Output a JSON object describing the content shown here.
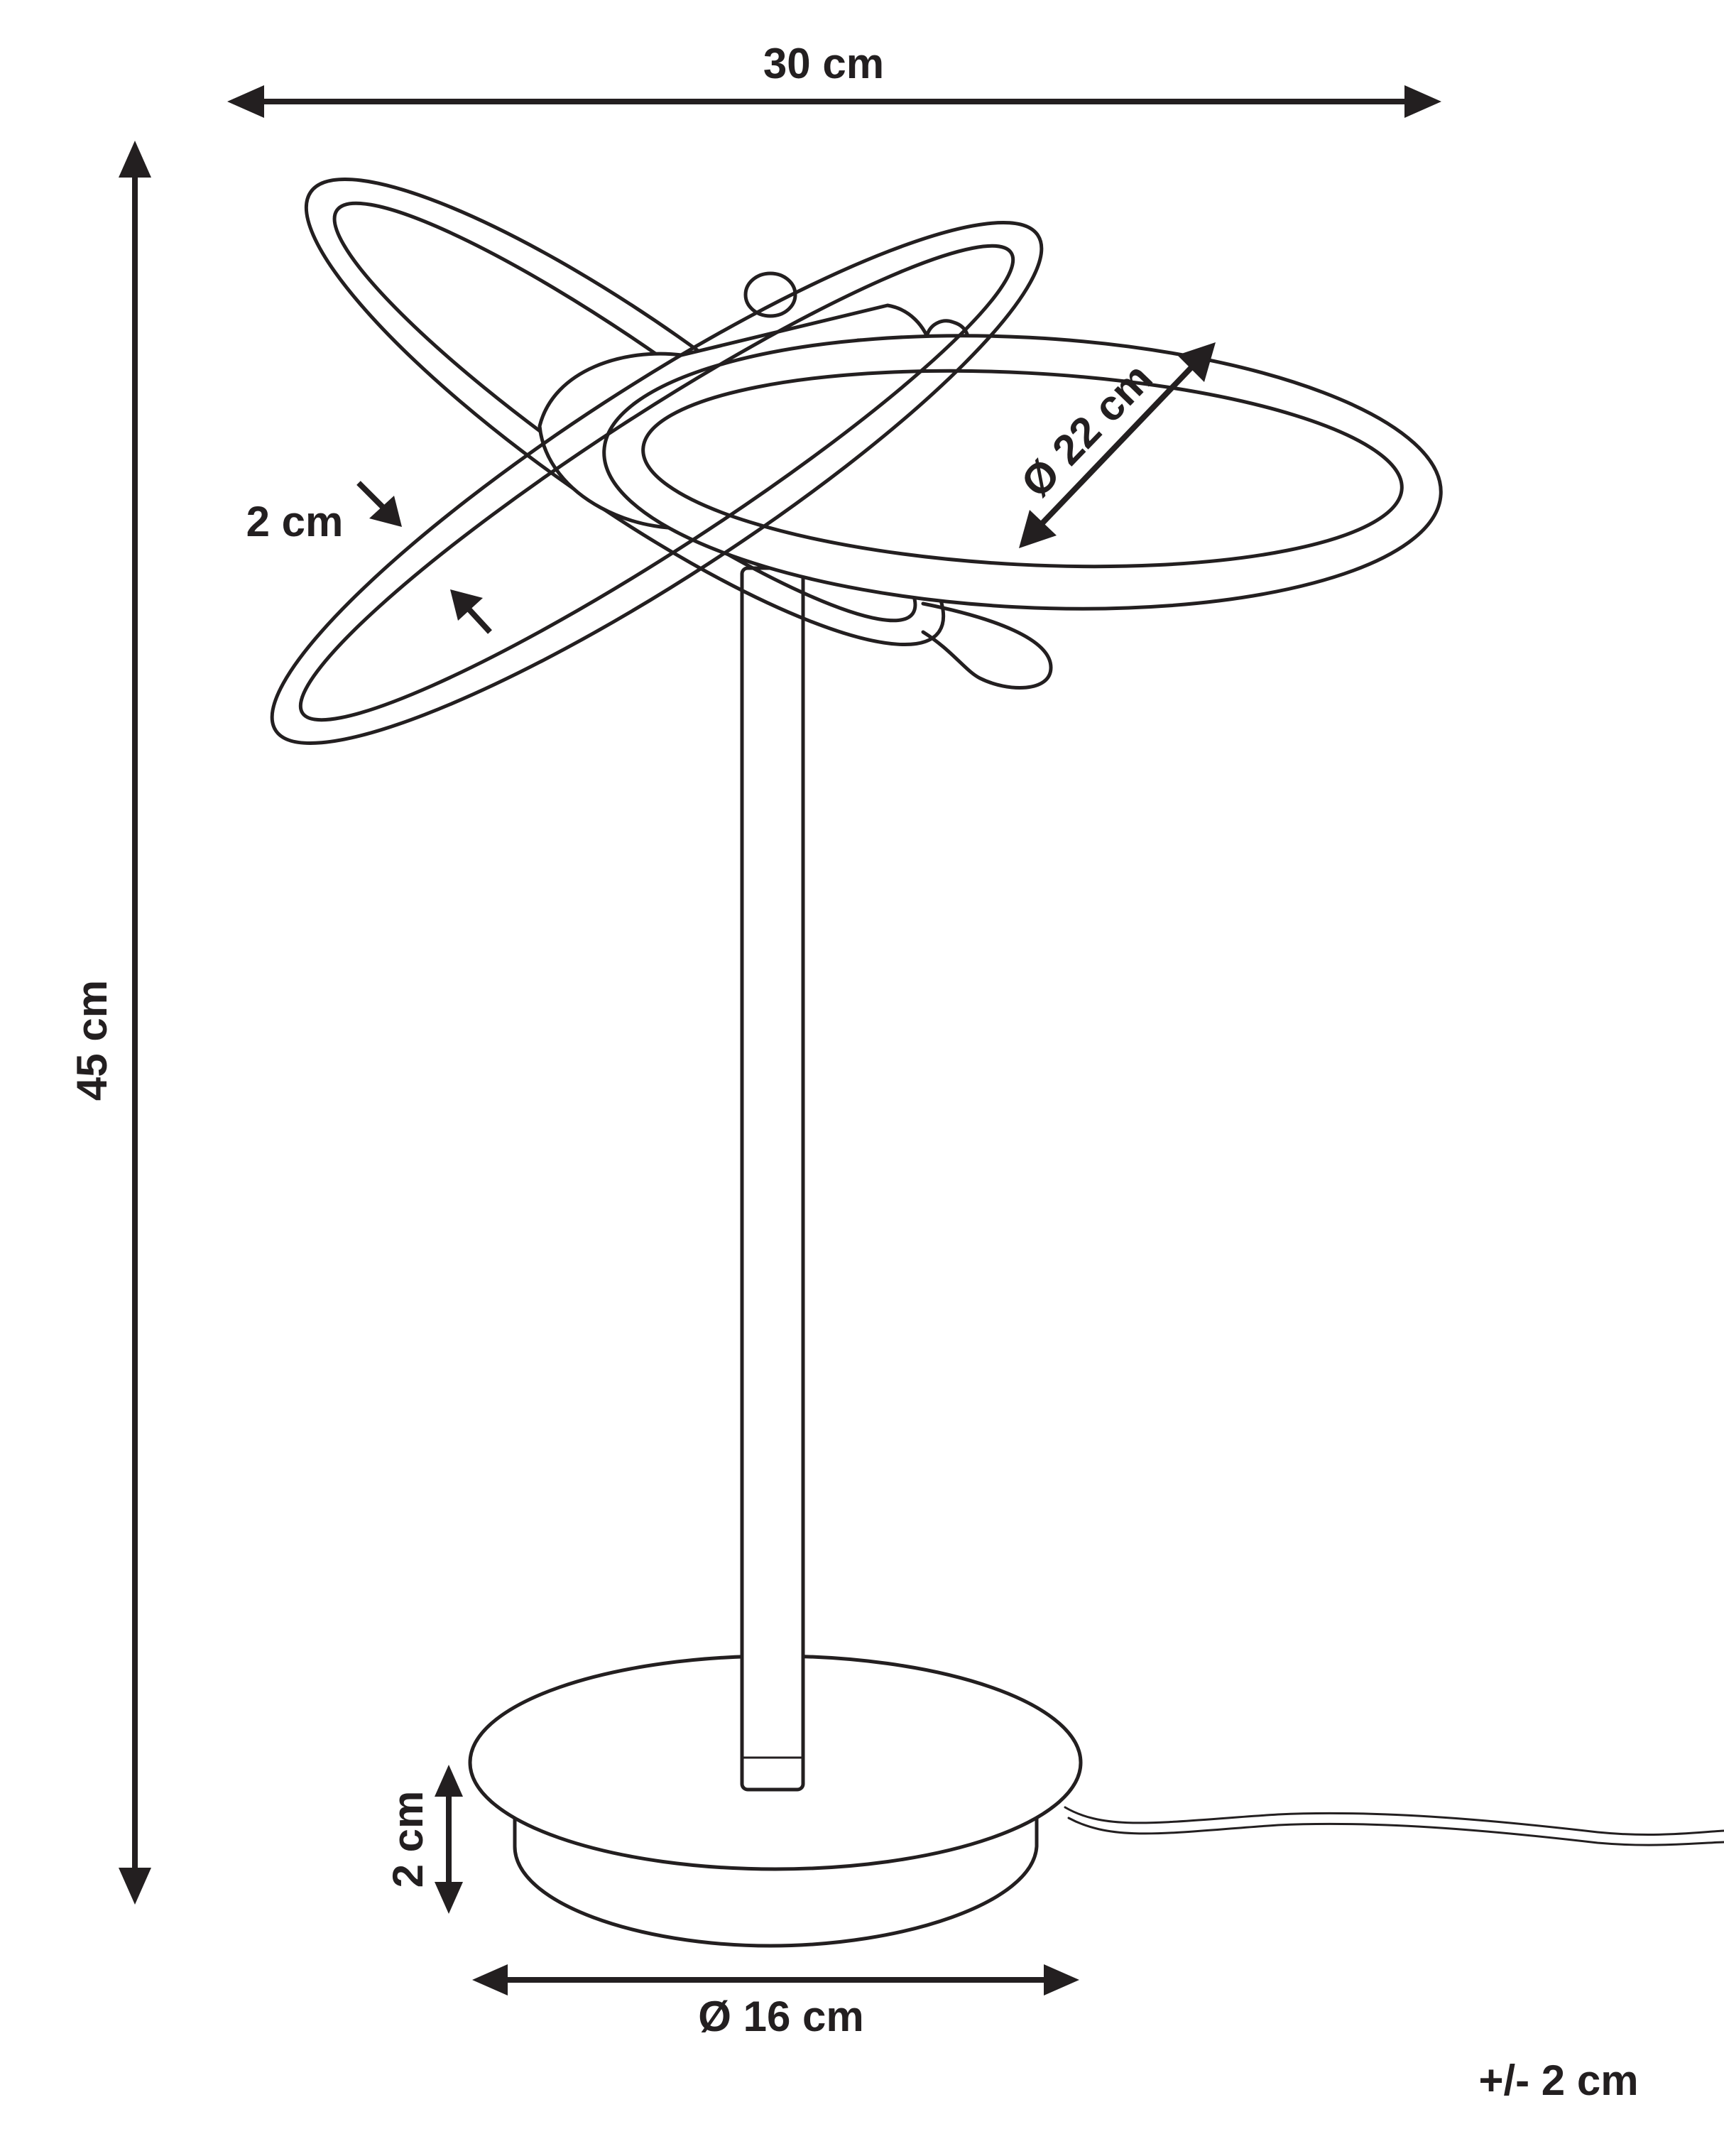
{
  "dimensions": {
    "width": "30 cm",
    "height": "45 cm",
    "ring_diameter": "Ø 22 cm",
    "ring_thickness": "2 cm",
    "base_height": "2 cm",
    "base_diameter": "Ø 16 cm",
    "tolerance": "+/- 2 cm"
  },
  "colors": {
    "line": "#231f20",
    "background": "#ffffff"
  }
}
